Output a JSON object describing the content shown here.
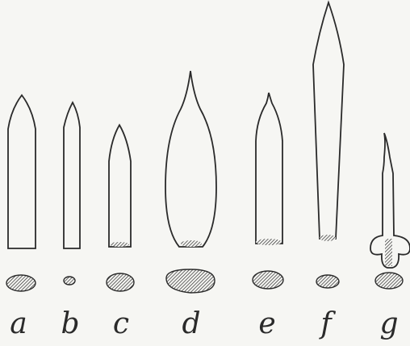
{
  "figure": {
    "specimens": [
      {
        "label": "a"
      },
      {
        "label": "b"
      },
      {
        "label": "c"
      },
      {
        "label": "d"
      },
      {
        "label": "e"
      },
      {
        "label": "f"
      },
      {
        "label": "g"
      }
    ],
    "colors": {
      "ink": "#2a2a2a",
      "paper": "#f6f6f3"
    }
  }
}
